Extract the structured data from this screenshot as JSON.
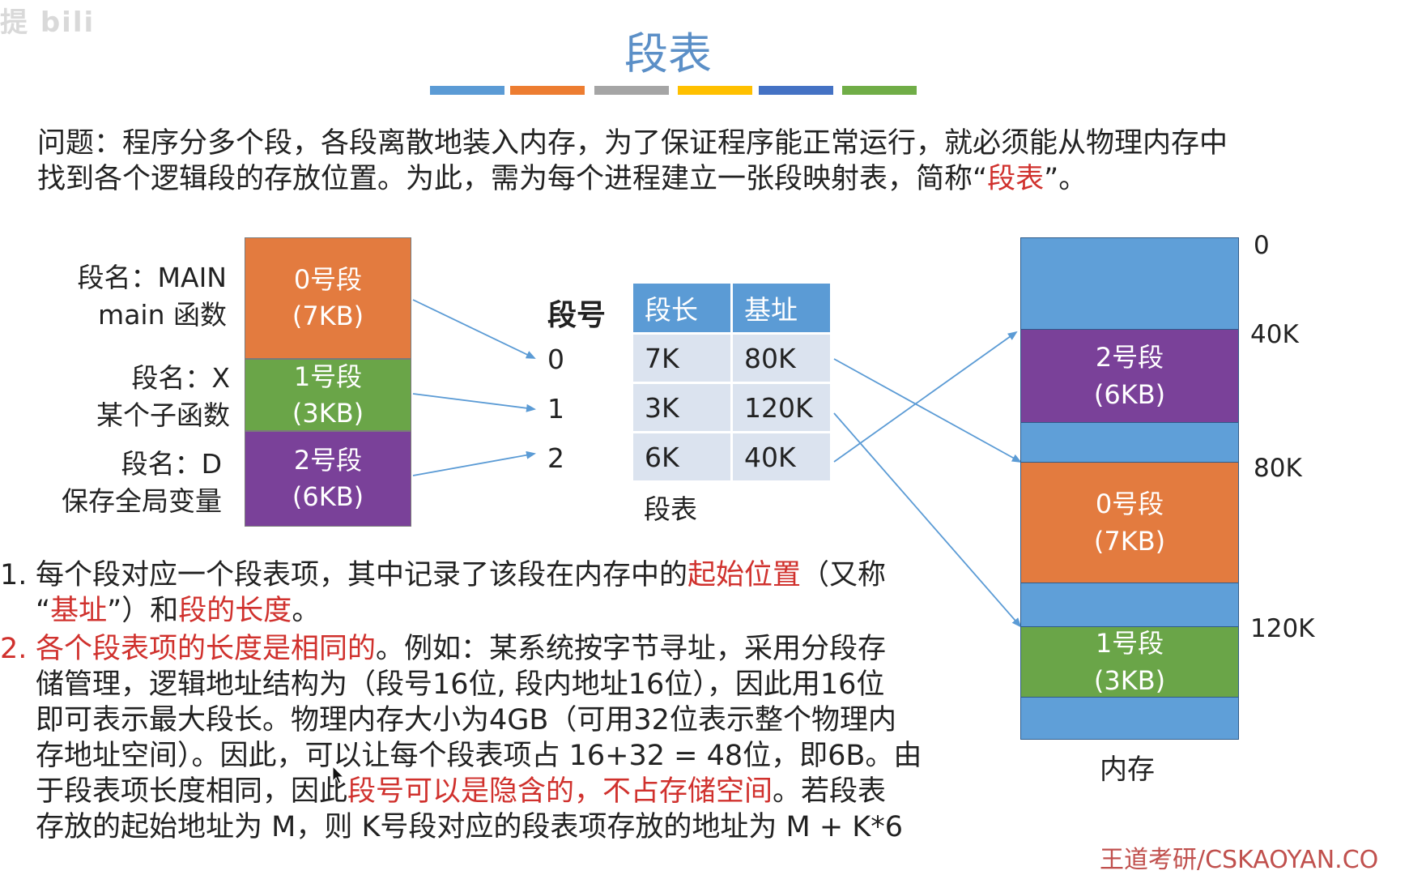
{
  "watermark": "提 bili",
  "title": "段表",
  "stripe_colors": [
    "#5b9bd5",
    "#ed7d31",
    "#a5a5a5",
    "#ffc000",
    "#4472c4",
    "#70ad47"
  ],
  "intro": {
    "line1": "问题：程序分多个段，各段离散地装入内存，为了保证程序能正常运行，就必须能从物理内存中",
    "line2a": "找到各个逻辑段的存放位置。为此，需为每个进程建立一张段映射表，简称“",
    "line2b": "段表",
    "line2c": "”。"
  },
  "program_segments": [
    {
      "name_line1": "段名：MAIN",
      "name_line2": "main 函数",
      "box_line1": "0号段",
      "box_line2": "(7KB)",
      "color": "#e37b3f"
    },
    {
      "name_line1": "段名：X",
      "name_line2": "某个子函数",
      "box_line1": "1号段",
      "box_line2": "(3KB)",
      "color": "#6aa548"
    },
    {
      "name_line1": "段名：D",
      "name_line2": "保存全局变量",
      "box_line1": "2号段",
      "box_line2": "(6KB)",
      "color": "#7a4199"
    }
  ],
  "segment_table": {
    "index_header": "段号",
    "columns": [
      "段长",
      "基址"
    ],
    "rows": [
      {
        "index": "0",
        "length": "7K",
        "base": "80K"
      },
      {
        "index": "1",
        "length": "3K",
        "base": "120K"
      },
      {
        "index": "2",
        "length": "6K",
        "base": "40K"
      }
    ],
    "caption": "段表"
  },
  "memory": {
    "caption": "内存",
    "fill_color": "#5f9fd8",
    "addresses": [
      "0",
      "40K",
      "80K",
      "120K"
    ],
    "segments": [
      {
        "line1": "2号段",
        "line2": "(6KB)",
        "color": "#7a4199"
      },
      {
        "line1": "0号段",
        "line2": "(7KB)",
        "color": "#e37b3f"
      },
      {
        "line1": "1号段",
        "line2": "(3KB)",
        "color": "#6aa548"
      }
    ]
  },
  "list": {
    "item1": {
      "num": "1.",
      "a": "每个段对应一个段表项，其中记录了该段在内存中的",
      "b": "起始位置",
      "c": "（又称",
      "d": "“",
      "e": "基址",
      "f": "”）和",
      "g": "段的长度",
      "h": "。"
    },
    "item2": {
      "num": "2.",
      "a": "各个段表项的长度是相同的",
      "b": "。例如：某系统按字节寻址，采用分段存",
      "line2": "储管理，逻辑地址结构为（段号16位, 段内地址16位），因此用16位",
      "line3": "即可表示最大段长。物理内存大小为4GB（可用32位表示整个物理内",
      "line4": "存地址空间）。因此，可以让每个段表项占 16+32 = 48位，即6B。由",
      "line5a": "于段表项长度相同，因此",
      "line5b": "段号可以是隐含的，不占存储空间",
      "line5c": "。若段表",
      "line6": "存放的起始地址为 M，则 K号段对应的段表项存放的地址为 M + K*6"
    }
  },
  "footer": "王道考研/CSKAOYAN.CO"
}
